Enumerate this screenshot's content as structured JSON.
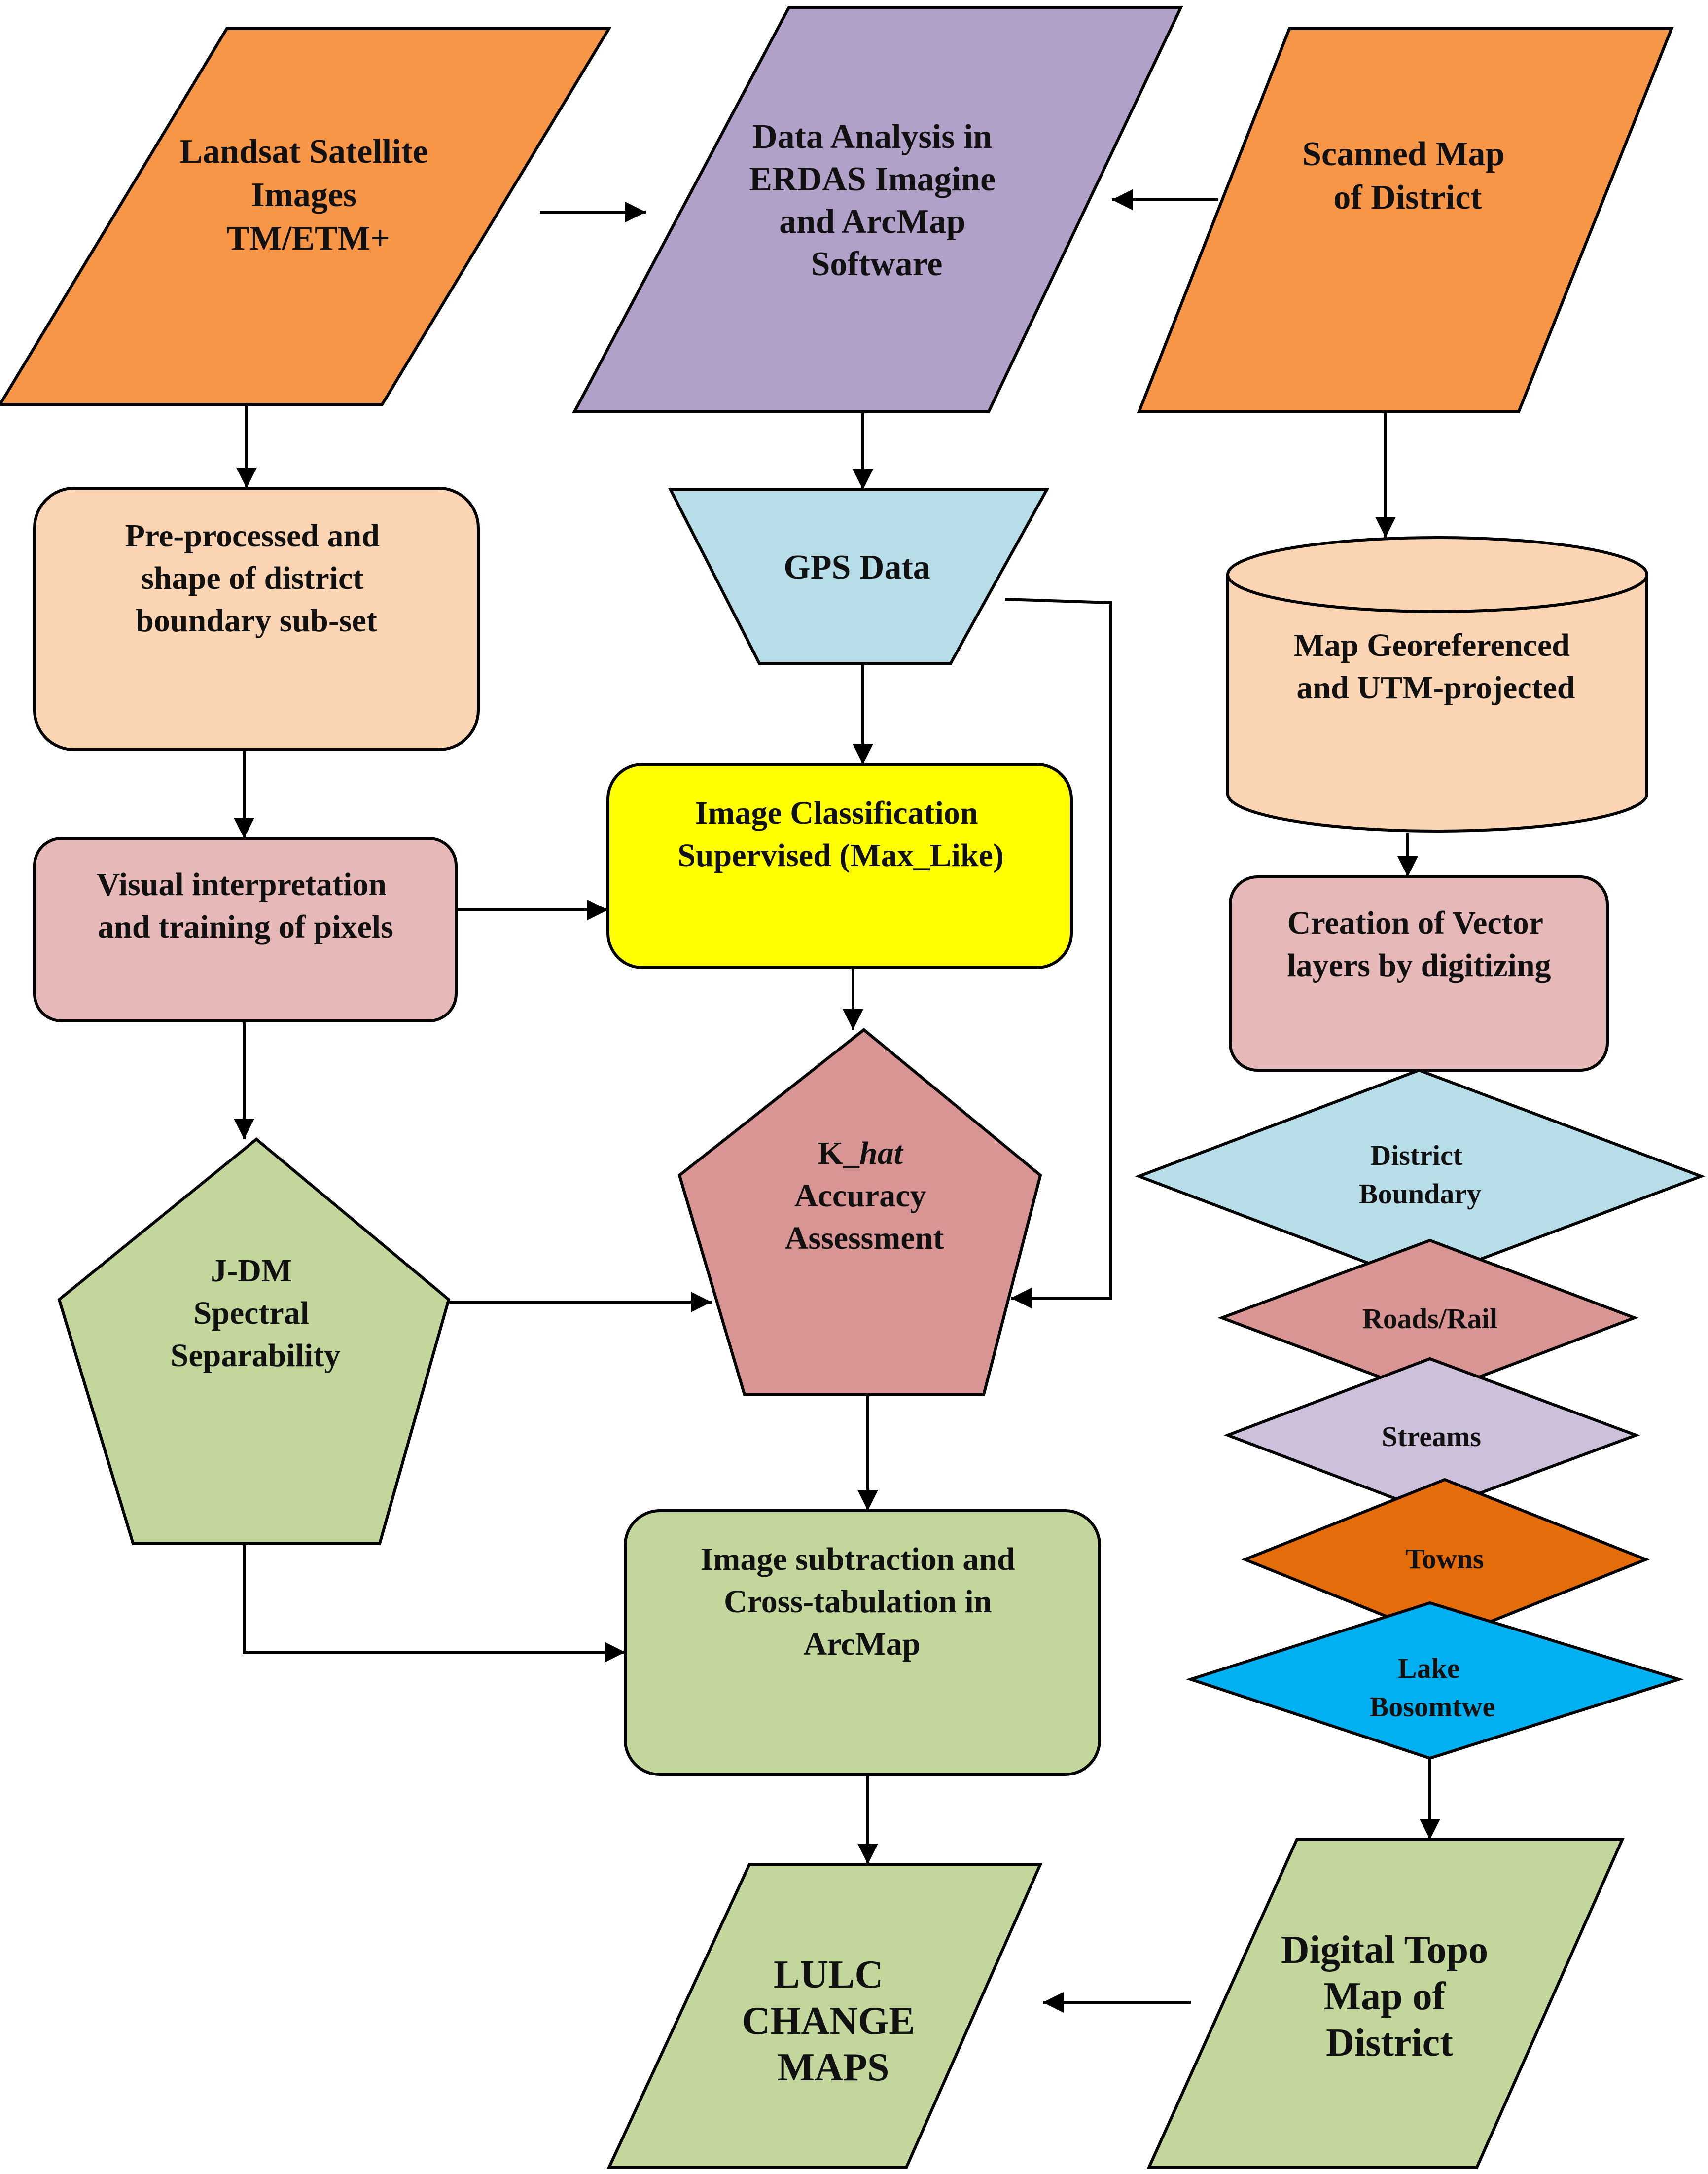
{
  "colors": {
    "orange": "#F79646",
    "purple": "#B1A0C7",
    "light_blue": "#B7DDE8",
    "peach": "#FBD4B4",
    "pink": "#E6B8B7",
    "yellow": "#FFFF00",
    "rose": "#D99594",
    "green": "#C3D69B",
    "lavender": "#CCC0DA",
    "dark_orange": "#E46C0A",
    "cyan": "#00B0F0"
  },
  "nodes": {
    "landsat": [
      "Landsat Satellite",
      "Images",
      "TM/ETM+"
    ],
    "data_analysis": [
      "Data Analysis in",
      "ERDAS Imagine",
      "and ArcMap",
      "Software"
    ],
    "scanned_map": [
      "Scanned Map",
      "of District"
    ],
    "preprocessed": [
      "Pre-processed and",
      "shape of district",
      "boundary sub-set"
    ],
    "gps": [
      "GPS Data"
    ],
    "georef": [
      "Map Georeferenced",
      "and UTM-projected"
    ],
    "visual": [
      "Visual interpretation",
      "and training of pixels"
    ],
    "classification": [
      "Image Classification",
      "Supervised (Max_Like)"
    ],
    "vector": [
      "Creation of Vector",
      "layers by digitizing"
    ],
    "khat": {
      "prefix": "K_",
      "italic": "hat",
      "lines": [
        "Accuracy",
        "Assessment"
      ]
    },
    "jdm": [
      "J-DM",
      "Spectral",
      "Separability"
    ],
    "district_boundary": [
      "District",
      "Boundary"
    ],
    "roads": [
      "Roads/Rail"
    ],
    "streams": [
      "Streams"
    ],
    "towns": [
      "Towns"
    ],
    "lake": [
      "Lake",
      "Bosomtwe"
    ],
    "subtraction": [
      "Image subtraction and",
      "Cross-tabulation in",
      "ArcMap"
    ],
    "lulc": [
      "LULC",
      "CHANGE",
      "MAPS"
    ],
    "topo": [
      "Digital Topo",
      "Map of",
      "District"
    ]
  }
}
